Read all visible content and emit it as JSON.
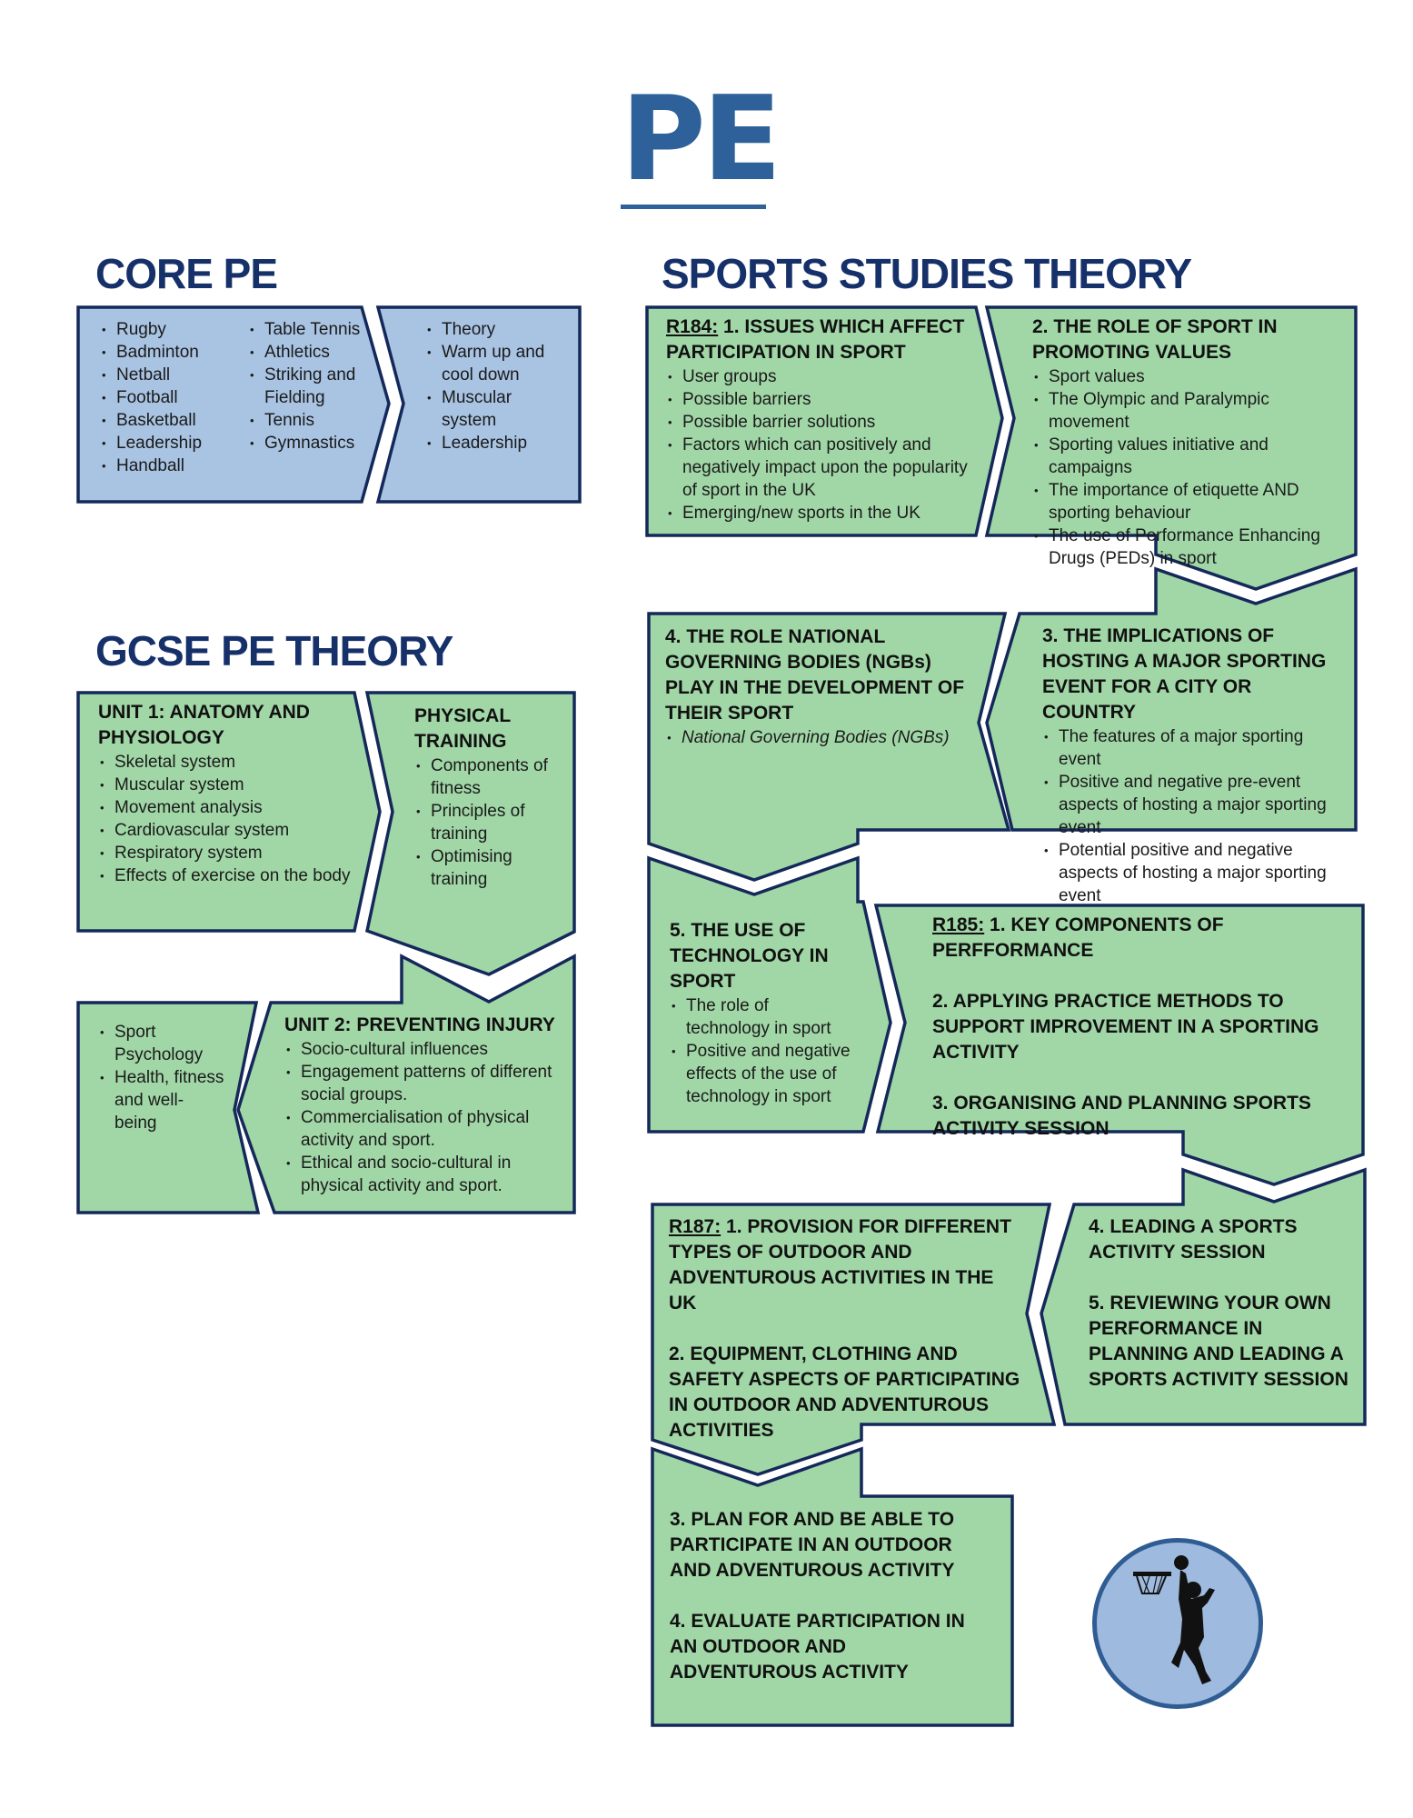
{
  "title": "PE",
  "headings": {
    "core": "CORE PE",
    "sports_studies": "SPORTS STUDIES THEORY",
    "gcse": "GCSE PE THEORY"
  },
  "colors": {
    "blue_fill": "#a9c4e3",
    "green_fill": "#a1d7a7",
    "border": "#14285a",
    "title": "#2e6099",
    "heading": "#16306a",
    "logo_circle": "#9fbadf"
  },
  "core_pe": {
    "col1": [
      "Rugby",
      "Badminton",
      "Netball",
      "Football",
      "Basketball",
      "Leadership",
      "Handball"
    ],
    "col2": [
      "Table Tennis",
      "Athletics",
      "Striking and Fielding",
      "Tennis",
      "Gymnastics"
    ],
    "col3": [
      "Theory",
      "Warm up and cool down",
      "Muscular system",
      "Leadership"
    ]
  },
  "gcse": {
    "unit1": {
      "title": "UNIT 1: ANATOMY AND PHYSIOLOGY",
      "items": [
        "Skeletal system",
        "Muscular system",
        "Movement analysis",
        "Cardiovascular system",
        "Respiratory system",
        "Effects of exercise on the body"
      ]
    },
    "physical_training": {
      "title": "PHYSICAL TRAINING",
      "items": [
        "Components of fitness",
        "Principles of training",
        "Optimising training"
      ]
    },
    "psychology": {
      "items": [
        "Sport Psychology",
        "Health, fitness and well-being"
      ]
    },
    "unit2": {
      "title": "UNIT 2: PREVENTING INJURY",
      "items": [
        "Socio-cultural influences",
        "Engagement patterns of different social groups.",
        "Commercialisation of physical activity and sport.",
        "Ethical and socio-cultural in physical activity and sport."
      ]
    }
  },
  "sports": {
    "r184": {
      "code": "R184:",
      "title": " 1. ISSUES WHICH AFFECT PARTICIPATION IN SPORT",
      "items": [
        "User groups",
        "Possible barriers",
        "Possible barrier solutions",
        "Factors which can positively and negatively impact upon the popularity of sport in the UK",
        "Emerging/new sports in the UK"
      ]
    },
    "role_values": {
      "title": "2. THE ROLE OF SPORT IN PROMOTING VALUES",
      "items": [
        "Sport values",
        "The Olympic and Paralympic movement",
        "Sporting values initiative and campaigns",
        "The importance of etiquette AND sporting behaviour",
        "The use of Performance Enhancing Drugs (PEDs) in sport"
      ]
    },
    "hosting": {
      "title": "3. THE IMPLICATIONS OF HOSTING A MAJOR SPORTING EVENT FOR A CITY OR COUNTRY",
      "items": [
        "The features of a major sporting event",
        "Positive and negative pre-event aspects of hosting a major sporting event",
        "Potential positive and negative aspects of hosting a major sporting event"
      ]
    },
    "ngb": {
      "title": "4. THE ROLE NATIONAL GOVERNING BODIES (NGBs) PLAY IN THE DEVELOPMENT OF THEIR SPORT",
      "items": [
        "National Governing Bodies (NGBs)"
      ]
    },
    "technology": {
      "title": "5. THE USE OF TECHNOLOGY IN SPORT",
      "items": [
        "The role of technology in sport",
        "Positive and negative effects of the use of technology in sport"
      ]
    },
    "r185": {
      "code": "R185:",
      "line1": " 1. KEY COMPONENTS OF PERFFORMANCE",
      "line2": "2. APPLYING PRACTICE METHODS TO SUPPORT IMPROVEMENT IN A SPORTING ACTIVITY",
      "line3": "3. ORGANISING AND PLANNING SPORTS ACTIVITY SESSION"
    },
    "leading": {
      "line1": "4. LEADING A SPORTS ACTIVITY SESSION",
      "line2": "5. REVIEWING YOUR OWN PERFORMANCE IN PLANNING AND LEADING A SPORTS ACTIVITY SESSION"
    },
    "r187": {
      "code": "R187:",
      "line1": " 1. PROVISION FOR DIFFERENT TYPES OF OUTDOOR AND ADVENTUROUS ACTIVITIES IN THE UK",
      "line2": "2. EQUIPMENT, CLOTHING AND SAFETY ASPECTS OF PARTICIPATING IN OUTDOOR AND ADVENTUROUS ACTIVITIES"
    },
    "outdoor": {
      "line1": "3. PLAN FOR AND BE ABLE TO PARTICIPATE IN AN OUTDOOR AND ADVENTUROUS ACTIVITY",
      "line2": "4. EVALUATE PARTICIPATION IN AN OUTDOOR AND ADVENTUROUS ACTIVITY"
    }
  }
}
